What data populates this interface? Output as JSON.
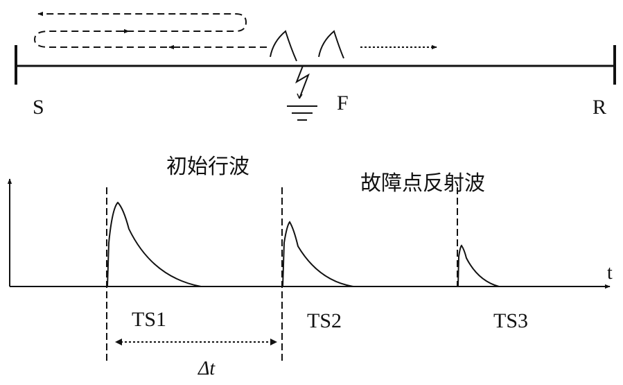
{
  "diagram": {
    "line_labels": {
      "start": "S",
      "fault": "F",
      "end": "R"
    },
    "captions": {
      "initial_wave": "初始行波",
      "reflected_wave": "故障点反射波"
    },
    "axis": {
      "time_label": "t"
    },
    "pulse_labels": [
      "TS1",
      "TS2",
      "TS3"
    ],
    "interval_label": "Δt",
    "colors": {
      "ink": "#111111",
      "background": "#ffffff"
    }
  }
}
